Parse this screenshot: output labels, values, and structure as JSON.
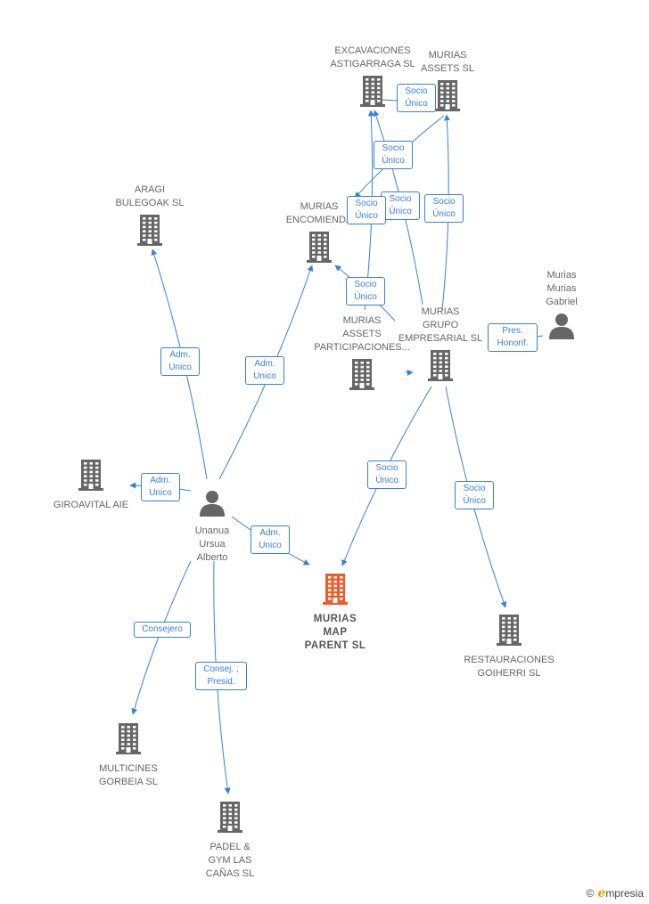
{
  "colors": {
    "edge": "#3a7fd5",
    "building": "#666666",
    "building_highlight": "#f05a28",
    "person": "#666666"
  },
  "nodes": [
    {
      "id": "excavaciones",
      "kind": "company",
      "label": "EXCAVACIONES\nASTIGARRAGA SL",
      "label_position": "above"
    },
    {
      "id": "murias-assets",
      "kind": "company",
      "label": "MURIAS\nASSETS  SL",
      "label_position": "above"
    },
    {
      "id": "aragi",
      "kind": "company",
      "label": "ARAGI\nBULEGOAK SL",
      "label_position": "above"
    },
    {
      "id": "murias-encomienda",
      "kind": "company",
      "label": "MURIAS\nENCOMIENDA",
      "label_position": "above"
    },
    {
      "id": "murias-gabriel",
      "kind": "person",
      "label": "Murias\nMurias\nGabriel",
      "label_position": "above"
    },
    {
      "id": "murias-assets-part",
      "kind": "company",
      "label": "MURIAS\nASSETS\nPARTICIPACIONES...",
      "label_position": "above"
    },
    {
      "id": "murias-grupo",
      "kind": "company",
      "label": "MURIAS\nGRUPO\nEMPRESARIAL SL",
      "label_position": "above"
    },
    {
      "id": "giroavital",
      "kind": "company",
      "label": "GIROAVITAL AIE",
      "label_position": "below"
    },
    {
      "id": "unanua",
      "kind": "person",
      "label": "Unanua\nUrsua\nAlberto",
      "label_position": "below"
    },
    {
      "id": "murias-map",
      "kind": "company",
      "label": "MURIAS\nMAP\nPARENT  SL",
      "label_position": "below",
      "highlight": true
    },
    {
      "id": "restauraciones",
      "kind": "company",
      "label": "RESTAURACIONES\nGOIHERRI  SL",
      "label_position": "below"
    },
    {
      "id": "multicines",
      "kind": "company",
      "label": "MULTICINES\nGORBEIA  SL",
      "label_position": "below"
    },
    {
      "id": "padel",
      "kind": "company",
      "label": "PADEL &\nGYM LAS\nCAÑAS  SL",
      "label_position": "below"
    }
  ],
  "edges": [
    {
      "from": "unanua",
      "to": "aragi",
      "label": "Adm.\nUnico"
    },
    {
      "from": "unanua",
      "to": "murias-encomienda",
      "label": "Adm.\nUnico"
    },
    {
      "from": "unanua",
      "to": "giroavital",
      "label": "Adm.\nUnico"
    },
    {
      "from": "unanua",
      "to": "murias-map",
      "label": "Adm.\nUnico"
    },
    {
      "from": "unanua",
      "to": "multicines",
      "label": "Consejero"
    },
    {
      "from": "unanua",
      "to": "padel",
      "label": "Consej. ,\nPresid."
    },
    {
      "from": "murias-gabriel",
      "to": "murias-grupo",
      "label": "Pres.\nHonorif."
    },
    {
      "from": "murias-grupo",
      "to": "murias-map",
      "label": "Socio\nÚnico"
    },
    {
      "from": "murias-grupo",
      "to": "restauraciones",
      "label": "Socio\nÚnico"
    },
    {
      "from": "murias-grupo",
      "to": "murias-assets",
      "label": "Socio\nÚnico"
    },
    {
      "from": "murias-grupo",
      "to": "excavaciones",
      "label": "Socio\nÚnico"
    },
    {
      "from": "murias-assets-part",
      "to": "excavaciones",
      "label": "Socio\nÚnico"
    },
    {
      "from": "murias-assets",
      "to": "murias-encomienda",
      "label": "Socio\nÚnico"
    },
    {
      "from": "murias-assets-part",
      "to": "murias-encomienda",
      "label": "Socio\nÚnico"
    },
    {
      "from": "excavaciones",
      "to": "murias-assets",
      "label": "Socio\nÚnico"
    },
    {
      "from": "murias-assets-part",
      "to": "murias-grupo",
      "label": ""
    }
  ],
  "brand": {
    "copyright": "©",
    "e": "e",
    "name": "mpresia"
  }
}
